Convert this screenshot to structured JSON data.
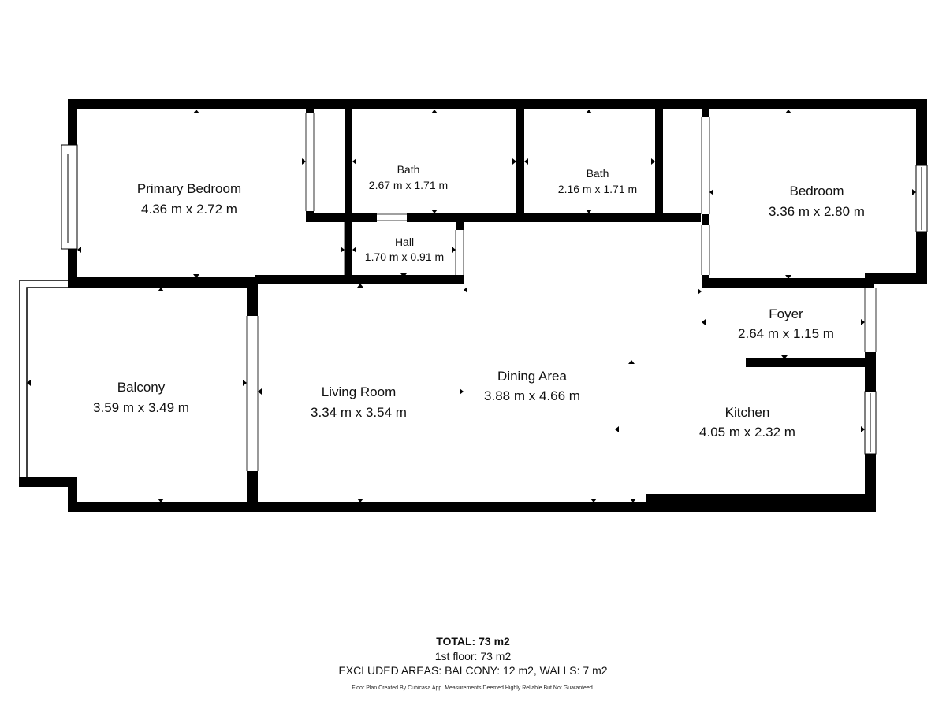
{
  "rooms": {
    "primary_bedroom": {
      "name": "Primary Bedroom",
      "dims": "4.36 m x 2.72 m"
    },
    "bath1": {
      "name": "Bath",
      "dims": "2.67 m x 1.71 m"
    },
    "bath2": {
      "name": "Bath",
      "dims": "2.16 m x 1.71 m"
    },
    "bedroom": {
      "name": "Bedroom",
      "dims": "3.36 m x 2.80 m"
    },
    "hall": {
      "name": "Hall",
      "dims": "1.70 m x 0.91 m"
    },
    "foyer": {
      "name": "Foyer",
      "dims": "2.64 m x 1.15 m"
    },
    "balcony": {
      "name": "Balcony",
      "dims": "3.59 m x 3.49 m"
    },
    "living_room": {
      "name": "Living Room",
      "dims": "3.34 m x 3.54 m"
    },
    "dining_area": {
      "name": "Dining Area",
      "dims": "3.88 m x 4.66 m"
    },
    "kitchen": {
      "name": "Kitchen",
      "dims": "4.05 m x 2.32 m"
    }
  },
  "summary": {
    "total": "TOTAL: 73 m2",
    "floor": "1st floor: 73 m2",
    "excluded": "EXCLUDED AREAS: BALCONY: 12 m2, WALLS: 7 m2",
    "credit": "Floor Plan Created By Cubicasa App. Measurements Deemed Highly Reliable But Not Guaranteed."
  },
  "colors": {
    "wall": "#000000",
    "background": "#ffffff"
  }
}
